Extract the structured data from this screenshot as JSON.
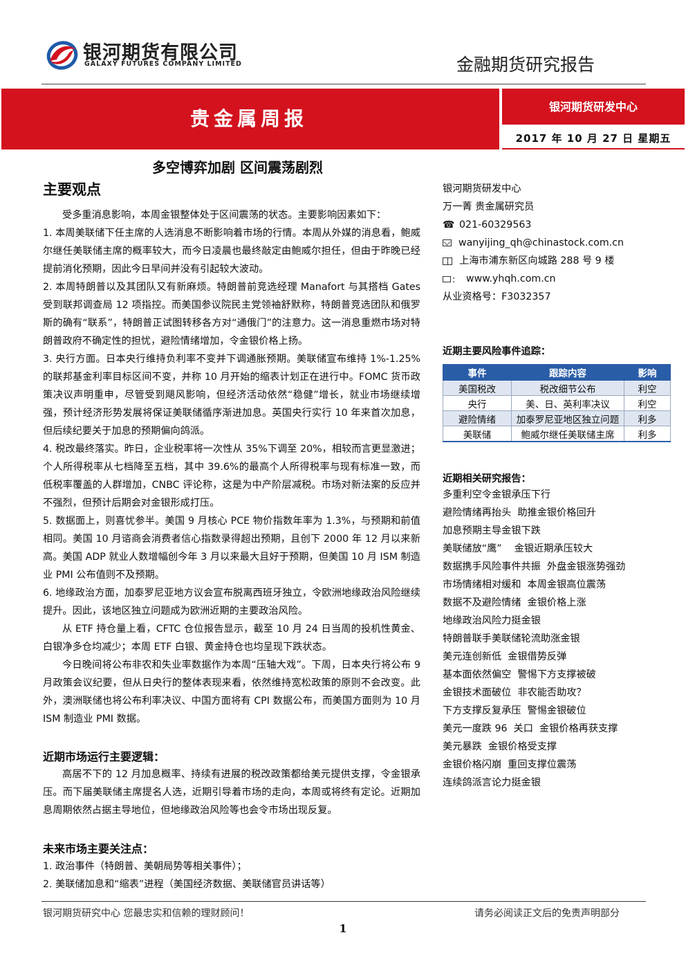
{
  "header": {
    "company_cn": "银河期货有限公司",
    "company_en": "GALAXY FUTURES COMPANY LIMITED",
    "report_type": "金融期货研究报告",
    "band_title": "贵金属周报",
    "research_center": "银河期货研发中心",
    "date": "2017 年 10 月 27 日  星期五",
    "brand_red": "#d3121e"
  },
  "main_title": "多空博弈加剧  区间震荡剧烈",
  "views": {
    "heading": "主要观点",
    "intro": "受多重消息影响，本周金银整体处于区间震荡的状态。主要影响因素如下：",
    "items": [
      "1.    本周美联储下任主席的人选消息不断影响着市场的行情。本周从外媒的消息看，鲍威尔继任美联储主席的概率较大，而今日凌晨也最终敲定由鲍威尔担任，但由于昨晚已经提前消化预期，因此今日早间并没有引起较大波动。",
      "2.    本周特朗普以及其团队又有新麻烦。特朗普前竞选经理 Manafort 与其搭档 Gates 受到联邦调查局 12 项指控。而美国参议院民主党领袖舒默称，特朗普竞选团队和俄罗斯的确有“联系”，特朗普正试图转移各方对“通俄门”的注意力。这一消息重燃市场对特朗普政府不确定性的担忧，避险情绪增加，令金银价格上扬。",
      "3.    央行方面。日本央行维持负利率不变并下调通胀预期。美联储宣布维持 1%-1.25%的联邦基金利率目标区间不变，并称 10 月开始的缩表计划正在进行中。FOMC 货币政策决议声明重申，尽管受到飓风影响，但经济活动依然“稳健”增长，就业市场继续增强，预计经济形势发展将保证美联储循序渐进加息。英国央行实行 10 年来首次加息，但后续纪要关于加息的预期偏向鸽派。",
      "4.    税改最终落实。昨日，企业税率将一次性从 35%下调至 20%，相较而言更显激进；个人所得税率从七档降至五档，其中 39.6%的最高个人所得税率与现有标准一致，而低税率覆盖的人群增加，CNBC 评论称，这是为中产阶层减税。市场对新法案的反应并不强烈，但预计后期会对金银形成打压。",
      "5.    数据面上，则喜忧参半。美国 9 月核心 PCE 物价指数年率为 1.3%，与预期和前值相同。美国 10 月谘商会消费者信心指数录得超出预期，且创下 2000 年 12 月以来新高。美国 ADP 就业人数增幅创今年 3 月以来最大且好于预期，但美国 10 月 ISM 制造业 PMI 公布值则不及预期。",
      "6.    地缘政治方面，加泰罗尼亚地方议会宣布脱离西班牙独立，令欧洲地缘政治风险继续提升。因此，该地区独立问题成为欧洲近期的主要政治风险。"
    ],
    "etf": "从 ETF 持仓量上看，CFTC 仓位报告显示，截至 10 月 24 日当周的投机性黄金、白银净多仓均减少；本周 ETF 白银、黄金持仓也均呈现下跌状态。",
    "outlook": "今日晚间将公布非农和失业率数据作为本周“压轴大戏”。下周，日本央行将公布 9 月政策会议纪要，但从日央行的整体表现来看，依然维持宽松政策的原则不会改变。此外，澳洲联储也将公布利率决议、中国方面将有 CPI 数据公布，而美国方面则为 10 月 ISM 制造业 PMI 数据。"
  },
  "logic": {
    "heading": "近期市场运行主要逻辑：",
    "text": "高居不下的 12 月加息概率、持续有进展的税改政策都给美元提供支撑，令金银承压。而下届美联储主席提名人选，近期引导着市场的走向，本周或将终有定论。近期加息周期依然占据主导地位，但地缘政治风险等也会令市场出现反复。"
  },
  "focus": {
    "heading": "未来市场主要关注点：",
    "items": [
      "1. 政治事件（特朗普、美朝局势等相关事件）；",
      "2. 美联储加息和“缩表”进程（美国经济数据、美联储官员讲话等）"
    ]
  },
  "analyst": {
    "center": "银河期货研发中心",
    "name_title": "万一菁    贵金属研究员",
    "phone": "021-60329563",
    "email": "wanyijing_qh@chinastock.com.cn",
    "address": "上海市浦东新区向城路 288 号 9 楼",
    "website": "www.yhqh.com.cn",
    "license": "从业资格号：F3032357"
  },
  "risk": {
    "heading": "近期主要风险事件追踪：",
    "columns": [
      "事件",
      "跟踪内容",
      "影响"
    ],
    "rows": [
      [
        "美国税改",
        "税改细节公布",
        "利空"
      ],
      [
        "央行",
        "美、日、英利率决议",
        "利空"
      ],
      [
        "避险情绪",
        "加泰罗尼亚地区独立问题",
        "利多"
      ],
      [
        "美联储",
        "鲍威尔继任美联储主席",
        "利多"
      ]
    ],
    "header_color": "#2a5da8"
  },
  "reports": {
    "heading": "近期相关研究报告：",
    "items": [
      "多重利空令金银承压下行",
      "避险情绪再抬头  助推金银价格回升",
      "加息预期主导金银下跌",
      "美联储放“鹰”    金银近期承压较大",
      "数据携手风险事件共振  外盘金银涨势强劲",
      "市场情绪相对缓和  本周金银高位震荡",
      "数据不及避险情绪  金银价格上涨",
      "地缘政治风险力挺金银",
      "特朗普联手美联储轮流助涨金银",
      "美元连创新低  金银借势反弹",
      "基本面依然偏空  警惕下方支撑被破",
      "金银技术面破位  非农能否助攻？",
      "下方支撑反复承压  警惕金银破位",
      "美元一度跌 96  关口  金银价格再获支撑",
      "美元暴跌  金银价格受支撑",
      "金银价格闪崩  重回支撑位震荡",
      "连续鸽派言论力挺金银"
    ]
  },
  "footer": {
    "left": "银河期货研究中心  您最忠实和信赖的理财顾问！",
    "right": "请务必阅读正文后的免责声明部分",
    "page": "1"
  }
}
